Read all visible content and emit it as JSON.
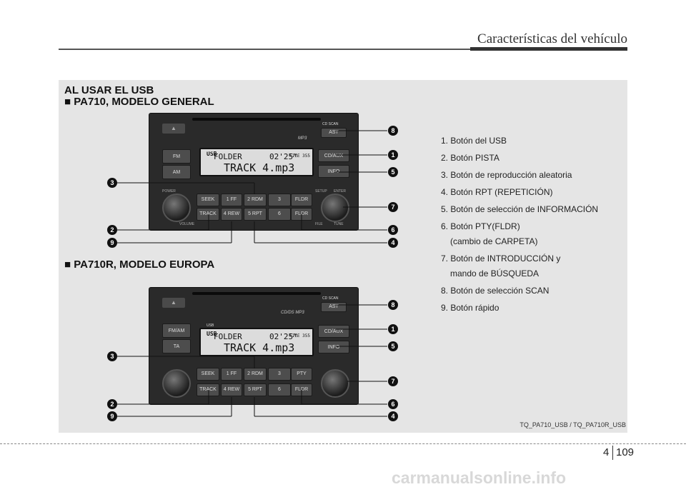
{
  "header": {
    "title": "Características del vehículo"
  },
  "section": {
    "title": "AL USAR EL USB"
  },
  "model_general": {
    "title": "■ PA710, MODELO GENERAL"
  },
  "model_europe": {
    "title": "■ PA710R, MODELO EUROPA"
  },
  "radio_general": {
    "scan": "CD SCAN",
    "ast": "AST",
    "usb": "USB",
    "fm": "FM",
    "am": "AM",
    "cdaux": "CD/AUX",
    "info": "INFO",
    "power": "POWER",
    "volume": "VOLUME",
    "setup": "SETUP",
    "enter": "ENTER",
    "file": "FILE",
    "tune": "TUNE",
    "seek": "SEEK",
    "track": "TRACK",
    "b1": "1  FF",
    "b2": "2  RDM",
    "b3": "3",
    "b4": "4  REW",
    "b5": "5  RPT",
    "b6": "6",
    "fldr_up": "FLDR",
    "fldr_dn": "FLDR",
    "mp3": "MP3"
  },
  "radio_europe": {
    "scan": "CD SCAN",
    "ast": "AST",
    "usb": "USB",
    "fmam": "FM/AM",
    "ta": "TA",
    "cdaux": "CD/AUX",
    "info": "INFO",
    "seek": "SEEK",
    "track": "TRACK",
    "b1": "1  FF",
    "b2": "2  RDM",
    "b3": "3",
    "b4": "4  REW",
    "b5": "5  RPT",
    "b6": "6",
    "pty": "PTY",
    "fldr": "FLDR",
    "mp3": "CD/DS  MP3"
  },
  "display": {
    "usb": "USB",
    "folder": "FOLDER",
    "time": "02'25\"",
    "file": "FILE 355",
    "track": "TRACK 4.mp3"
  },
  "callouts": {
    "c1": "1",
    "c2": "2",
    "c3": "3",
    "c4": "4",
    "c5": "5",
    "c6": "6",
    "c7": "7",
    "c8": "8",
    "c9": "9"
  },
  "legend": [
    "1. Botón del USB",
    "2. Botón PISTA",
    "3. Botón de reproducción aleatoria",
    "4. Botón RPT (REPETICIÓN)",
    "5. Botón de selección de INFORMACIÓN",
    "6. Botón PTY(FLDR)",
    "(cambio de CARPETA)",
    "7. Botón de INTRODUCCIÓN y",
    "mando de BÚSQUEDA",
    "8. Botón de selección SCAN",
    "9. Botón rápido"
  ],
  "caption": "TQ_PA710_USB / TQ_PA710R_USB",
  "page": {
    "chapter": "4",
    "number": "109"
  },
  "watermark": "carmanualsonline.info"
}
